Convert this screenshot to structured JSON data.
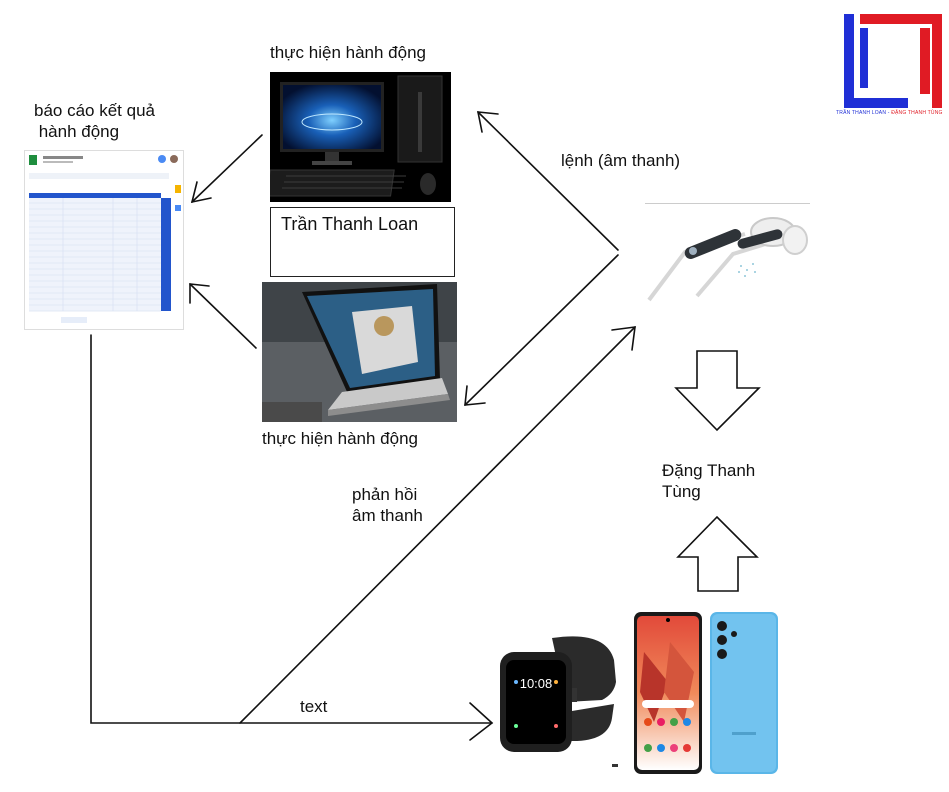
{
  "labels": {
    "report": "báo cáo kết quả\n hành động",
    "action_top": "thực hiện hành động",
    "action_bottom": "thực hiện hành động",
    "command": "lệnh (âm thanh)",
    "user_name": "Đặng Thanh\nTùng",
    "feedback": "phản hồi\nâm thanh",
    "text": "text",
    "box_name": "Trần Thanh Loan"
  },
  "logo": {
    "caption_left": "TRẦN THANH LOAN",
    "caption_sep": " - ",
    "caption_right": "ĐẶNG THANH TÙNG",
    "color_blue": "#1f2fd6",
    "color_red": "#e01b24"
  },
  "watch": {
    "time": "10:08"
  }
}
